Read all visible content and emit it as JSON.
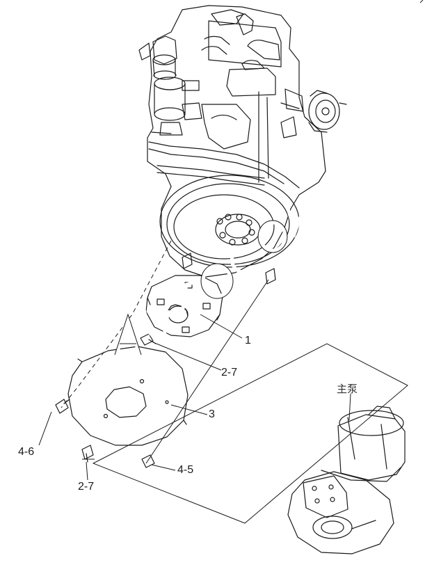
{
  "labels": {
    "part_1": "1",
    "part_2_7_upper": "2-7",
    "part_3": "3",
    "part_4_5": "4-5",
    "part_4_6": "4-6",
    "part_2_7_lower": "2-7",
    "main_pump": "主泵"
  },
  "colors": {
    "line": "#1a1a1a",
    "watermark": "#ffffff"
  }
}
